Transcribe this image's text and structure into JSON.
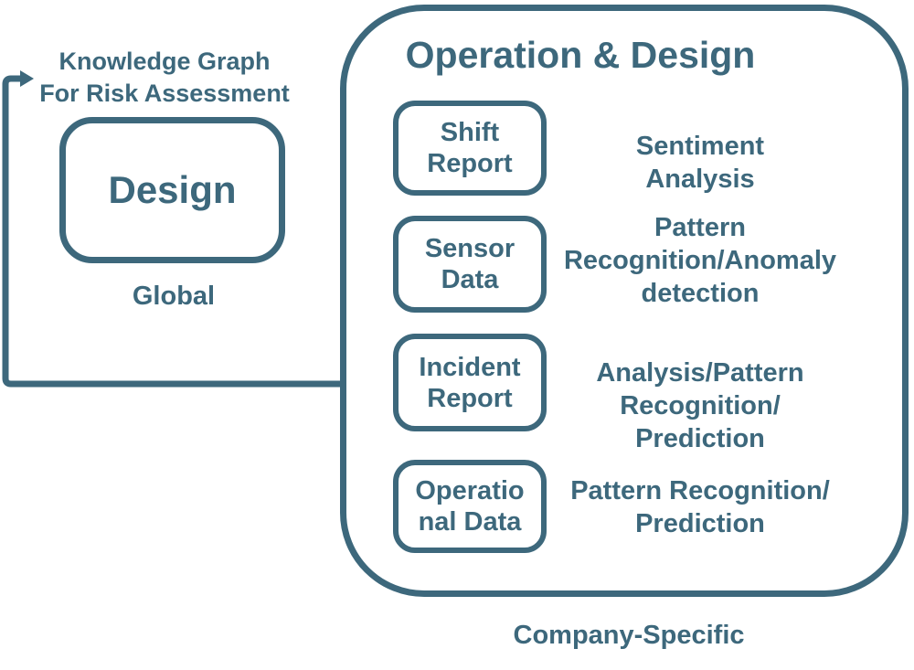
{
  "colors": {
    "accent": "#3d687c",
    "background": "#ffffff"
  },
  "left_group": {
    "heading_lines": [
      "Knowledge Graph",
      "For Risk Assessment"
    ],
    "box_label": "Design",
    "caption": "Global"
  },
  "operation_container": {
    "title": "Operation & Design",
    "caption": "Company-Specific",
    "rows": [
      {
        "box_lines": [
          "Shift",
          "Report"
        ],
        "label_lines": [
          "Sentiment",
          "Analysis"
        ]
      },
      {
        "box_lines": [
          "Sensor",
          "Data"
        ],
        "label_lines": [
          "Pattern",
          "Recognition/Anomaly",
          "detection"
        ]
      },
      {
        "box_lines": [
          "Incident",
          "Report"
        ],
        "label_lines": [
          "Analysis/Pattern",
          "Recognition/",
          "Prediction"
        ]
      },
      {
        "box_lines": [
          "Operatio",
          "nal Data"
        ],
        "label_lines": [
          "Pattern Recognition/",
          "Prediction"
        ]
      }
    ]
  }
}
